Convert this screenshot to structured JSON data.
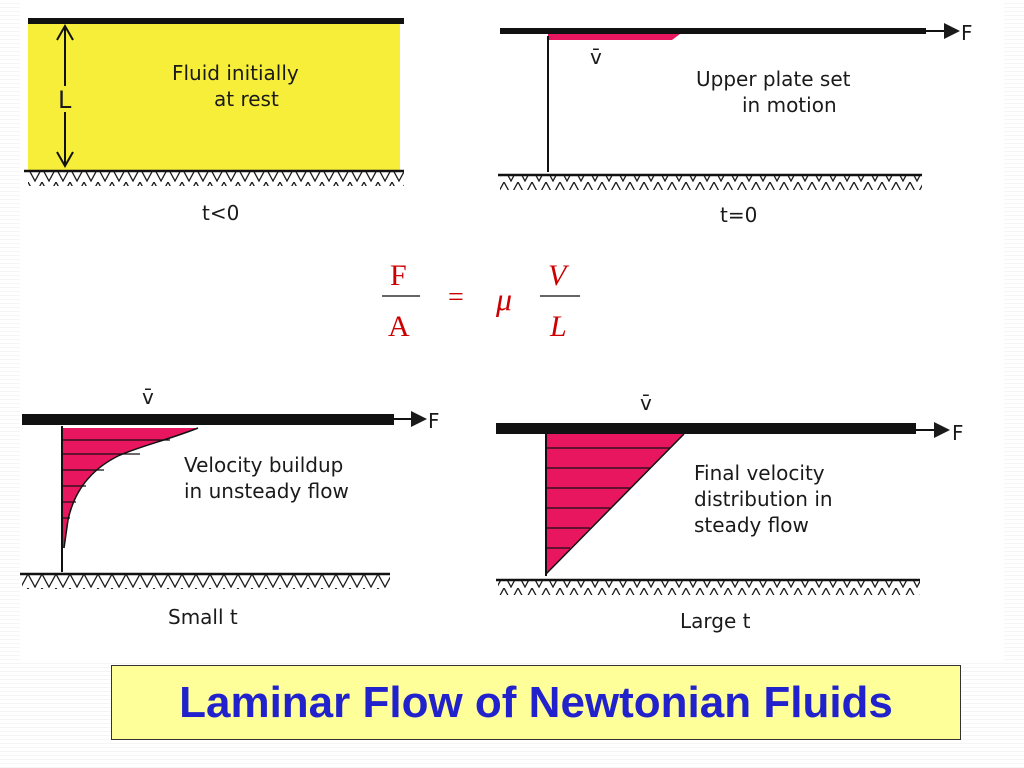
{
  "title": "Laminar Flow of Newtonian Fluids",
  "panels": {
    "rest": {
      "caption": "Fluid initially at rest",
      "caption_line1": "Fluid initially",
      "caption_line2": "at rest",
      "gap_label": "L",
      "time_label": "t<0"
    },
    "start": {
      "caption_line1": "Upper plate set",
      "caption_line2": "in motion",
      "velocity_label": "v̄",
      "force_label": "F",
      "time_label": "t=0"
    },
    "unsteady": {
      "caption_line1": "Velocity buildup",
      "caption_line2": "in unsteady flow",
      "velocity_label": "v̄",
      "force_label": "F",
      "time_label": "Small t"
    },
    "steady": {
      "caption_line1": "Final velocity",
      "caption_line2": "distribution in",
      "caption_line3": "steady flow",
      "velocity_label": "v̄",
      "force_label": "F",
      "time_label": "Large t"
    }
  },
  "equation": {
    "lhs_num": "F",
    "lhs_den": "A",
    "equals": "=",
    "mu": "μ",
    "rhs_num": "V",
    "rhs_den": "L"
  },
  "colors": {
    "fluid_rest": "#f7ee3a",
    "profile": "#e8155f",
    "equation": "#cc0000",
    "title_text": "#2222cc",
    "title_bg": "#ffff99"
  }
}
